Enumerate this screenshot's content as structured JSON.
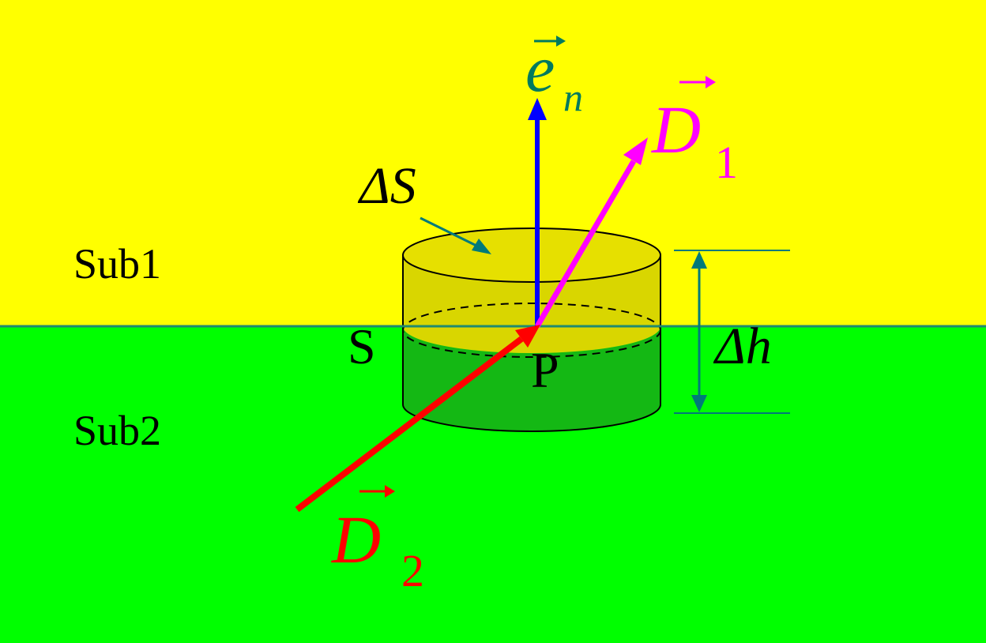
{
  "regions": {
    "upper": {
      "label": "Sub1",
      "color": "#ffff00"
    },
    "lower": {
      "label": "Sub2",
      "color": "#00ff00"
    }
  },
  "labels": {
    "surface": "S",
    "point": "P",
    "area": "ΔS",
    "height": "Δh"
  },
  "vectors": {
    "normal": {
      "symbol": "e",
      "subscript": "n",
      "color": "#0000ff",
      "label_color": "#007a5e"
    },
    "D1": {
      "symbol": "D",
      "subscript": "1",
      "color": "#ff00ff"
    },
    "D2": {
      "symbol": "D",
      "subscript": "2",
      "color": "#ff0000"
    }
  },
  "colors": {
    "interface_line": "#1f8a70",
    "dimension": "#007a7a",
    "text": "#000000"
  }
}
